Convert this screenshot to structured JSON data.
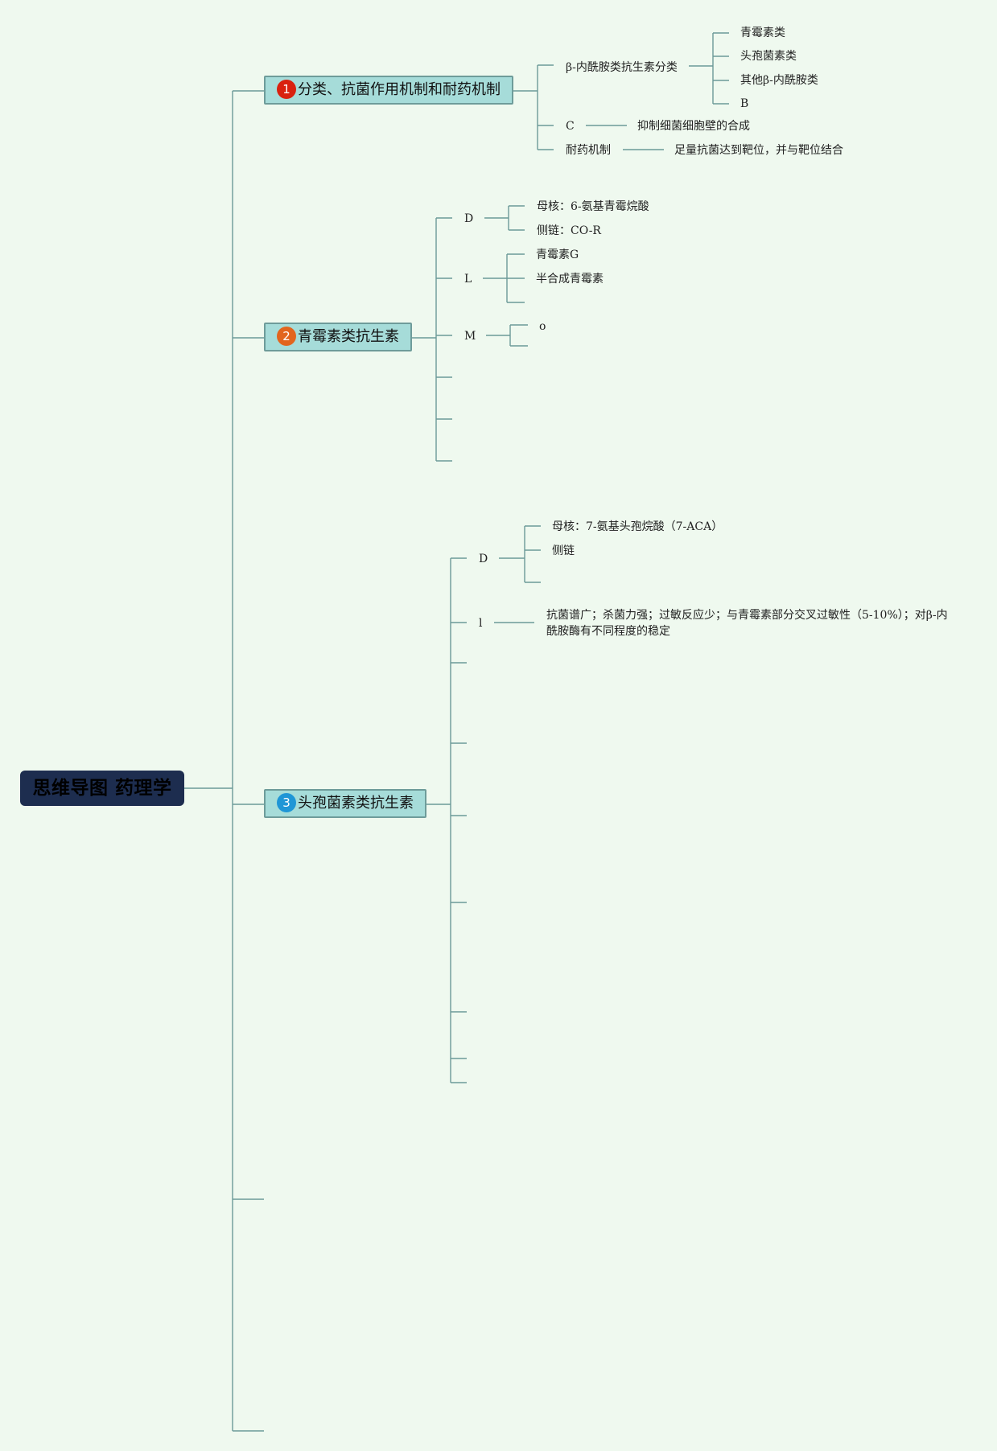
{
  "colors": {
    "background": "#eff9ef",
    "root_fill": "#1d2d4f",
    "main_fill": "#a6dcd9",
    "main_border": "#6e9c9a",
    "line": "#6c9a98",
    "badge_1": "#d9210f",
    "badge_2": "#e2651e",
    "badge_3": "#1f96d6"
  },
  "root": {
    "label": "思维导图 药理学"
  },
  "branch1": {
    "number": "1",
    "label": "分类、抗菌作用机制和耐药机制",
    "items": [
      {
        "label": "β-内酰胺类抗生素分类",
        "children": [
          "青霉素类",
          "头孢菌素类",
          "其他β-内酰胺类",
          "B"
        ]
      },
      {
        "label": "C",
        "detail": "抑制细菌细胞壁的合成"
      },
      {
        "label": "耐药机制",
        "detail": "足量抗菌达到靶位，并与靶位结合"
      }
    ]
  },
  "branch2": {
    "number": "2",
    "label": "青霉素类抗生素",
    "items": [
      {
        "label": "D",
        "children": [
          "母核：6-氨基青霉烷酸",
          "侧链：CO-R"
        ]
      },
      {
        "label": "L",
        "children": [
          "青霉素G",
          "半合成青霉素"
        ]
      },
      {
        "label": "M",
        "children": [
          "o"
        ]
      }
    ]
  },
  "branch3": {
    "number": "3",
    "label": "头孢菌素类抗生素",
    "items": [
      {
        "label": "D",
        "children": [
          "母核：7-氨基头孢烷酸（7-ACA）",
          "侧链"
        ]
      },
      {
        "label": "l",
        "detail": "抗菌谱广；杀菌力强；过敏反应少；与青霉素部分交叉过敏性（5-10%）；对β-内酰胺酶有不同程度的稳定"
      }
    ]
  }
}
